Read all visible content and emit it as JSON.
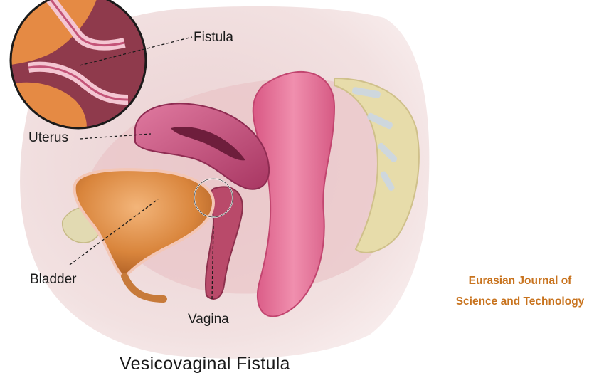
{
  "labels": {
    "fistula": "Fistula",
    "uterus": "Uterus",
    "bladder": "Bladder",
    "vagina": "Vagina"
  },
  "caption": "Vesicovaginal Fistula",
  "journal": {
    "line1": "Eurasian Journal of",
    "line2": "Science and Technology"
  },
  "colors": {
    "skin": "#f1dedd",
    "uterus": "#c8507a",
    "bladder": "#d9853c",
    "rectum": "#e8789a",
    "spine": "#e7dcaa",
    "journal_text": "#c8731e"
  }
}
